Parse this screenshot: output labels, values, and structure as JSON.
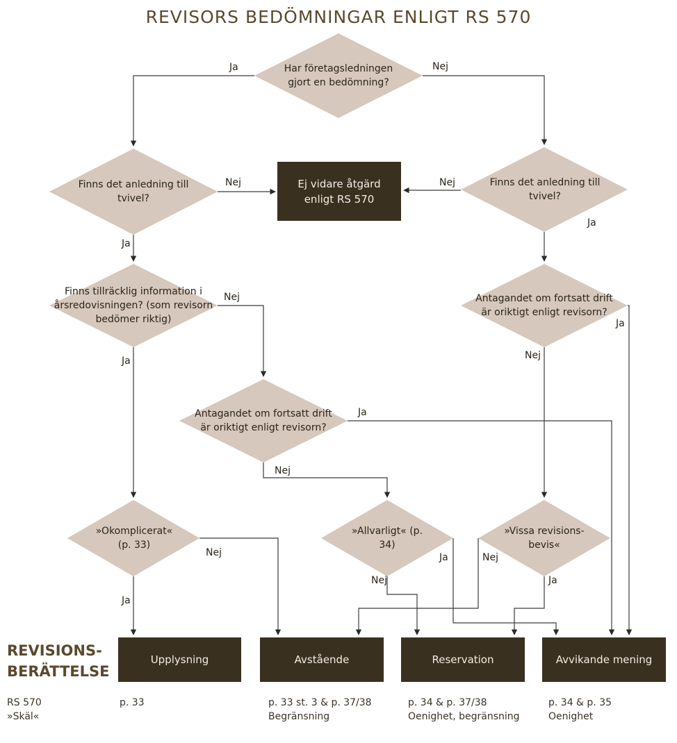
{
  "title": "REVISORS BEDÖMNINGAR ENLIGT RS 570",
  "nodes": {
    "d1": "Har företagsledningen gjort en bedömning?",
    "d2": "Finns det anledning till tvivel?",
    "d3": "Finns det anledning till tvivel?",
    "d4": "Finns tillräcklig information i årsredovisningen? (som revisorn bedömer riktig)",
    "d5": "Antagandet om fortsatt drift är oriktigt enligt revisorn?",
    "d6": "Antagandet om fortsatt drift är oriktigt enligt revisorn?",
    "d7": "»Okomplicerat« (p. 33)",
    "d8": "»Allvarligt« (p. 34)",
    "d9": "»Vissa revisions-bevis«",
    "box_center": "Ej vidare åtgärd enligt RS 570"
  },
  "edge_labels": {
    "d1_yes": "Ja",
    "d1_no": "Nej",
    "d2_no": "Nej",
    "d3_no": "Nej",
    "d2_yes": "Ja",
    "d3_yes": "Ja",
    "d4_no": "Nej",
    "d4_yes": "Ja",
    "d6_yes": "Ja",
    "d5_yes": "Ja",
    "d5_no": "Nej",
    "d6_no": "Nej",
    "d7_no": "Nej",
    "d7_yes": "Ja",
    "d8_yes": "Ja",
    "d8_no": "Nej",
    "d9_no": "Nej",
    "d9_yes": "Ja"
  },
  "report": {
    "title": "REVISIONS-BERÄTTELSE",
    "row_label_1": "RS 570",
    "row_label_2": "»Skäl«",
    "outcomes": [
      {
        "label": "Upplysning",
        "ref": "p. 33",
        "reason": ""
      },
      {
        "label": "Avstående",
        "ref": "p. 33 st. 3 & p. 37/38",
        "reason": "Begränsning"
      },
      {
        "label": "Reservation",
        "ref": "p. 34 & p. 37/38",
        "reason": "Oenighet, begränsning"
      },
      {
        "label": "Avvikande mening",
        "ref": "p. 34 & p. 35",
        "reason": "Oenighet"
      }
    ]
  },
  "colors": {
    "diamond": "#d6c8bc",
    "box": "#3a3020",
    "box_text": "#f2ede3",
    "line": "#3a3a3a",
    "title": "#5a4a2e"
  }
}
